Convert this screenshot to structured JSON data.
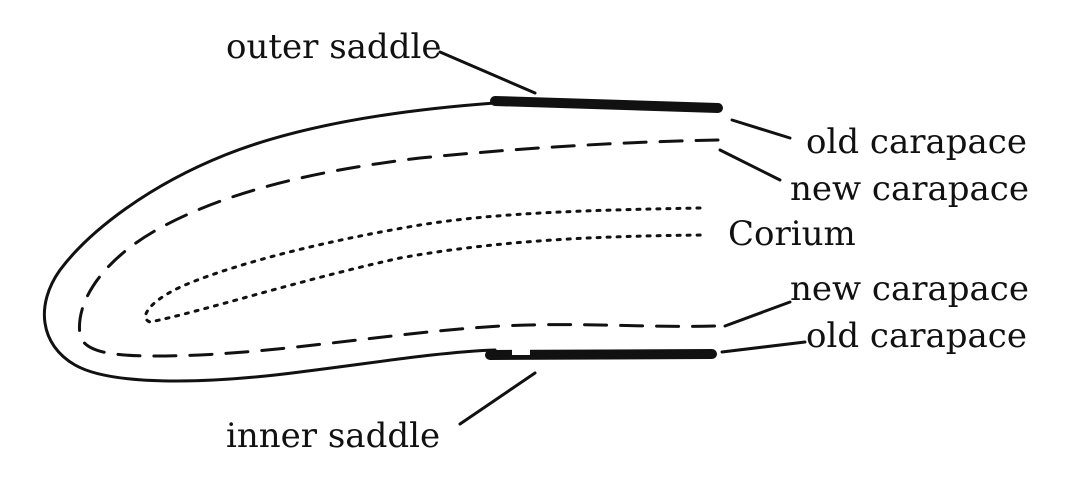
{
  "labels": {
    "outer_saddle": "outer saddle",
    "old_carapace_top": "old carapace",
    "new_carapace_top": "new carapace",
    "corium": "Corium",
    "new_carapace_bottom": "new carapace",
    "old_carapace_bottom": "old carapace",
    "inner_saddle": "inner saddle"
  },
  "colors": {
    "ink": "#111111",
    "background": "#ffffff"
  }
}
